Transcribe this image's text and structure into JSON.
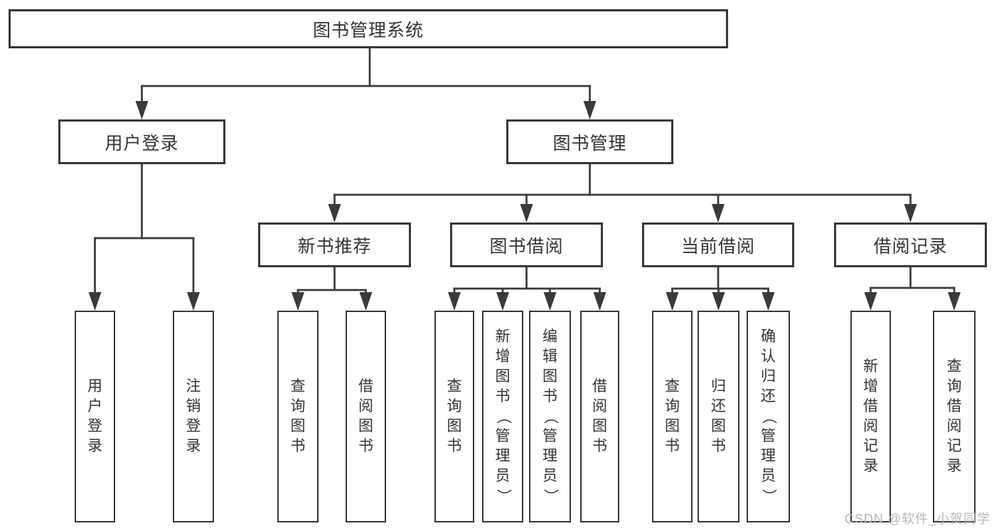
{
  "diagram_title": "图书管理系统",
  "tree": {
    "root": {
      "label": "图书管理系统",
      "children": [
        {
          "label": "用户登录",
          "children": [
            {
              "label": "用户登录"
            },
            {
              "label": "注销登录"
            }
          ]
        },
        {
          "label": "图书管理",
          "children": [
            {
              "label": "新书推荐",
              "children": [
                {
                  "label": "查询图书"
                },
                {
                  "label": "借阅图书"
                }
              ]
            },
            {
              "label": "图书借阅",
              "children": [
                {
                  "label": "查询图书"
                },
                {
                  "label": "新增图书（管理员）"
                },
                {
                  "label": "编辑图书（管理员）"
                },
                {
                  "label": "借阅图书"
                }
              ]
            },
            {
              "label": "当前借阅",
              "children": [
                {
                  "label": "查询图书"
                },
                {
                  "label": "归还图书"
                },
                {
                  "label": "确认归还（管理员）"
                }
              ]
            },
            {
              "label": "借阅记录",
              "children": [
                {
                  "label": "新增借阅记录"
                },
                {
                  "label": "查询借阅记录"
                }
              ]
            }
          ]
        }
      ]
    }
  },
  "watermark": "CSDN @软件_小贺同学",
  "colors": {
    "line": "#3a3a3c",
    "border": "#38383a",
    "text": "#333338",
    "box_fill": "#ffffff",
    "watermark": "#b5b5b8",
    "background": "#ffffff"
  }
}
